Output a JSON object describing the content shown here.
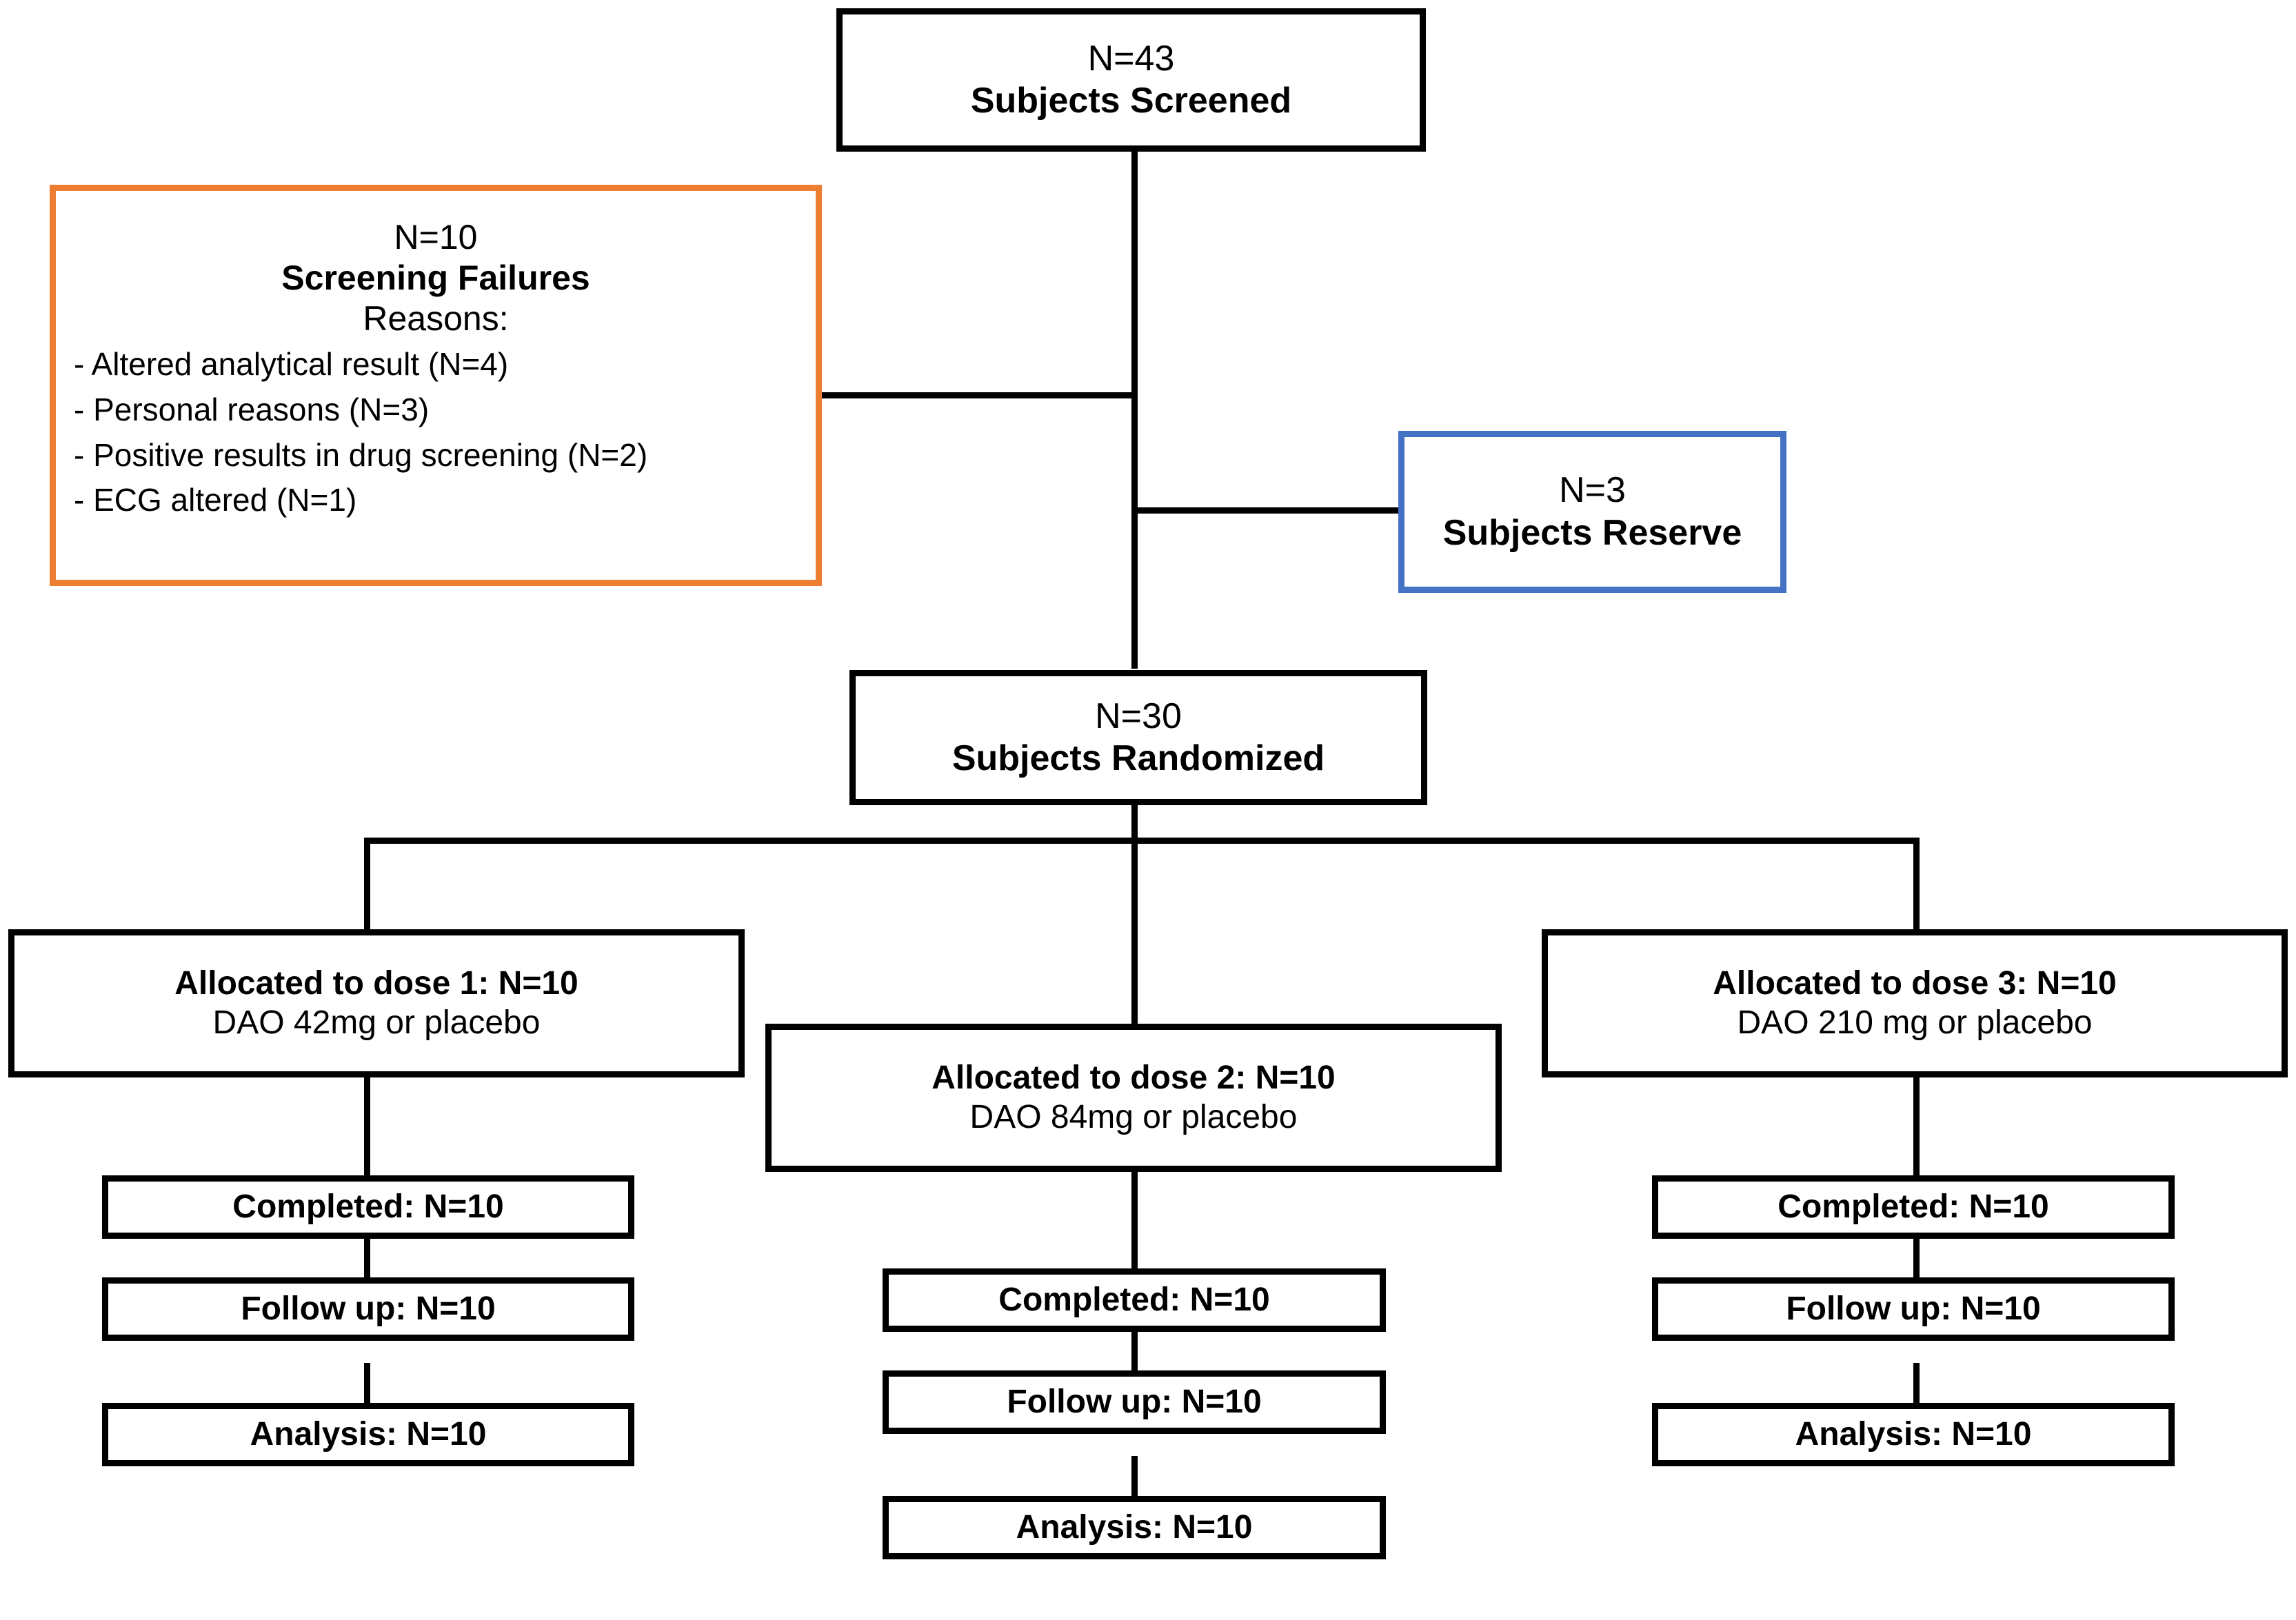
{
  "diagram": {
    "type": "consort-flow-diagram",
    "colors": {
      "box_border": "#000000",
      "screening_failures_border": "#ED7D31",
      "subjects_reserve_border": "#4472C4",
      "background": "#FFFFFF",
      "text": "#000000"
    },
    "nodes": {
      "screened": {
        "count_label": "N=43",
        "title": "Subjects Screened"
      },
      "screening_failures": {
        "count_label": "N=10",
        "title": "Screening Failures",
        "reasons_label": "Reasons:",
        "reasons": [
          "- Altered analytical result (N=4)",
          "- Personal reasons (N=3)",
          "- Positive results in drug screening (N=2)",
          "- ECG altered (N=1)"
        ]
      },
      "reserve": {
        "count_label": "N=3",
        "title": "Subjects Reserve"
      },
      "randomized": {
        "count_label": "N=30",
        "title": "Subjects Randomized"
      }
    },
    "arms": [
      {
        "id": "dose-1",
        "allocated_title": "Allocated to dose 1: N=10",
        "allocated_detail": "DAO 42mg or placebo",
        "steps": [
          "Completed: N=10",
          "Follow up: N=10",
          "Analysis: N=10"
        ]
      },
      {
        "id": "dose-2",
        "allocated_title": "Allocated to dose 2: N=10",
        "allocated_detail": "DAO 84mg or placebo",
        "steps": [
          "Completed: N=10",
          "Follow up: N=10",
          "Analysis: N=10"
        ]
      },
      {
        "id": "dose-3",
        "allocated_title": "Allocated to dose 3: N=10",
        "allocated_detail": "DAO 210 mg or placebo",
        "steps": [
          "Completed: N=10",
          "Follow up: N=10",
          "Analysis: N=10"
        ]
      }
    ]
  }
}
